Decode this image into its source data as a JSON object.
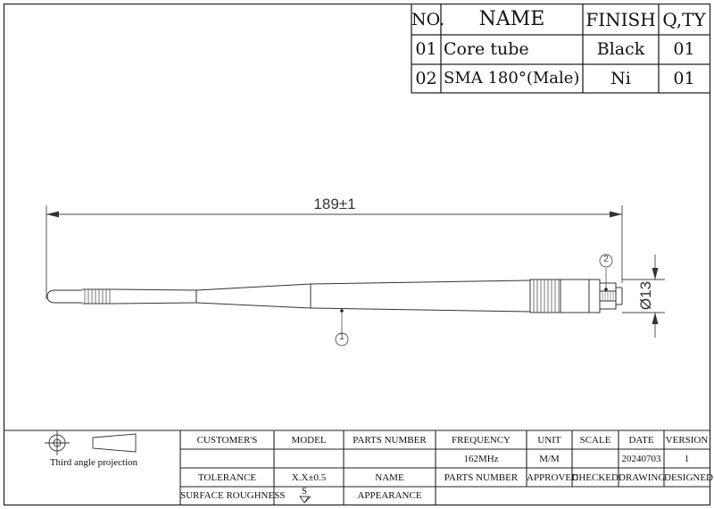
{
  "parts_table": {
    "headers": [
      "NO.",
      "NAME",
      "FINISH",
      "Q,TY"
    ],
    "rows": [
      {
        "no": "01",
        "name": "Core tube",
        "finish": "Black",
        "qty": "01"
      },
      {
        "no": "02",
        "name": "SMA 180°(Male)",
        "finish": "Ni",
        "qty": "01"
      }
    ]
  },
  "drawing": {
    "length_dim": "189±1",
    "diameter_dim": "Ø13",
    "balloon_1": "1",
    "balloon_2": "2"
  },
  "title_block": {
    "projection_label": "Third angle projection",
    "labels": {
      "customers": "CUSTOMER'S",
      "model": "MODEL",
      "parts_number": "PARTS NUMBER",
      "frequency": "FREQUENCY",
      "unit": "UNIT",
      "scale": "SCALE",
      "date": "DATE",
      "version": "VERSION",
      "tolerance": "TOLERANCE",
      "name": "NAME",
      "parts_number_2": "PARTS NUMBER",
      "approved": "APPROVED",
      "checked": "CHECKED",
      "drawing": "DRAWING",
      "designed": "DESIGNED",
      "surface_roughness": "SURFACE ROUGHNESS",
      "appearance": "APPEARANCE"
    },
    "values": {
      "frequency": "162MHz",
      "unit": "M/M",
      "date": "20240703",
      "version": "1",
      "tolerance": "X.X±0.5",
      "roughness_symbol": "S"
    }
  }
}
